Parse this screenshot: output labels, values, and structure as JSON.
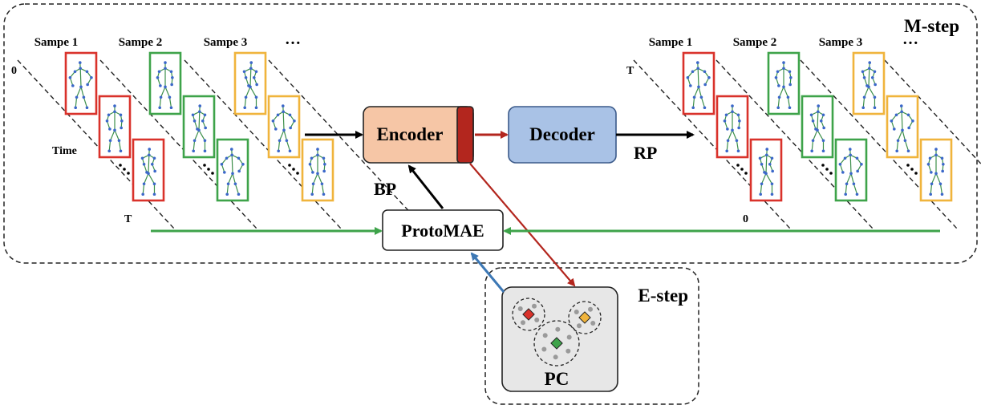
{
  "steps": {
    "m_step": "M-step",
    "e_step": "E-step"
  },
  "left_group": {
    "samples": [
      "Sampe 1",
      "Sampe 2",
      "Sampe 3"
    ],
    "ellipsis": "…",
    "time_label": "Time",
    "start_label": "0",
    "end_label": "T"
  },
  "right_group": {
    "samples": [
      "Sampe 1",
      "Sampe 2",
      "Sampe 3"
    ],
    "ellipsis": "…",
    "start_label": "T",
    "end_label": "0"
  },
  "blocks": {
    "encoder": "Encoder",
    "decoder": "Decoder",
    "protomae": "ProtoMAE",
    "pc": "PC"
  },
  "labels": {
    "bp": "BP",
    "rp": "RP"
  },
  "colors": {
    "red": "#d9322b",
    "green": "#3ea34a",
    "yellow": "#f0b43c",
    "encoder_fill": "#f6c6a6",
    "encoder_cap": "#b3261e",
    "decoder_fill": "#a9c2e6",
    "decoder_stroke": "#3b5a8a",
    "pc_fill": "#e7e7e7",
    "blue_arrow": "#3d78b5",
    "skeleton": "#3b67c9"
  }
}
